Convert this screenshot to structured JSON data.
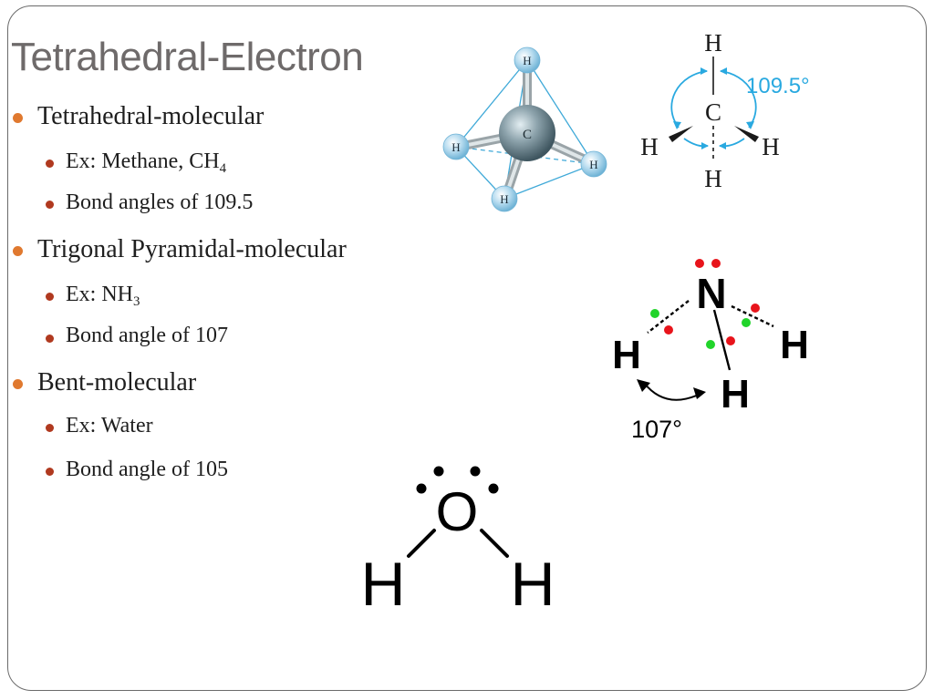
{
  "title": "Tetrahedral-Electron",
  "bullets": [
    {
      "label": "Tetrahedral-molecular",
      "sub": [
        {
          "text": "Ex: Methane, CH",
          "subscript": "4"
        },
        {
          "text": "Bond angles of 109.5",
          "subscript": ""
        }
      ]
    },
    {
      "label": "Trigonal Pyramidal-molecular",
      "sub": [
        {
          "text": "Ex: NH",
          "subscript": "3"
        },
        {
          "text": "Bond angle of 107",
          "subscript": ""
        }
      ]
    },
    {
      "label": "Bent-molecular",
      "sub": [
        {
          "text": "Ex: Water",
          "subscript": ""
        },
        {
          "text": "Bond angle of 105",
          "subscript": ""
        }
      ]
    }
  ],
  "methane_model": {
    "center": "C",
    "atoms": [
      "H",
      "H",
      "H",
      "H"
    ]
  },
  "methane_structure": {
    "center": "C",
    "top": "H",
    "left": "H",
    "right": "H",
    "bottom": "H",
    "angle_label": "109.5°"
  },
  "ammonia_structure": {
    "center": "N",
    "left": "H",
    "right": "H",
    "bottom": "H",
    "angle_label": "107°"
  },
  "water_structure": {
    "center": "O",
    "left": "H",
    "right": "H"
  },
  "colors": {
    "title": "#6e6a6a",
    "bullet_main": "#e0792f",
    "bullet_sub": "#b0391f",
    "angle_blue": "#29a9e0",
    "lone_pair_red": "#e8141b",
    "bond_pair_green": "#21d42a"
  }
}
